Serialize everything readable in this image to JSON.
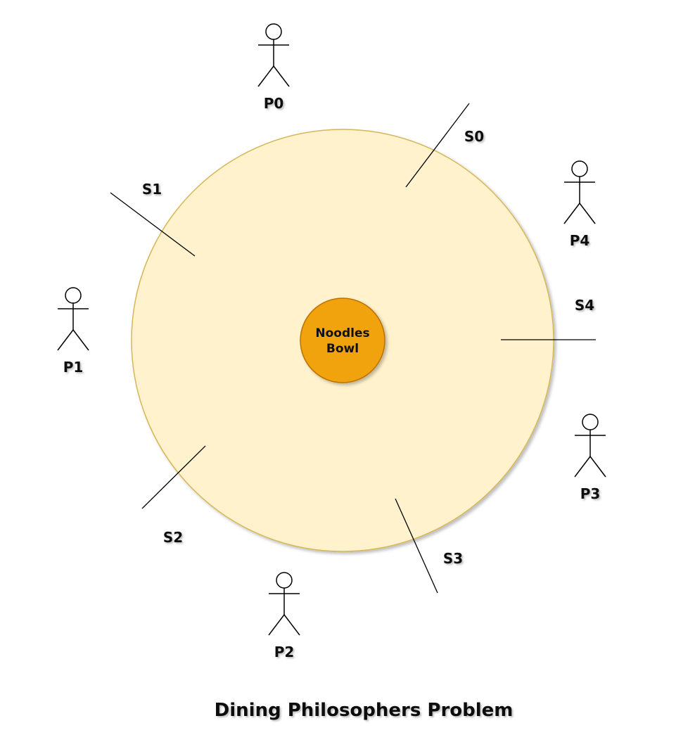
{
  "title": "Dining Philosophers Problem",
  "bowl": {
    "line1": "Noodles",
    "line2": "Bowl"
  },
  "philosophers": [
    "P0",
    "P1",
    "P2",
    "P3",
    "P4"
  ],
  "sticks": [
    "S0",
    "S1",
    "S2",
    "S3",
    "S4"
  ],
  "colors": {
    "table_fill": "#fff2cc",
    "table_stroke": "#d6b656",
    "bowl_fill": "#f0a30a",
    "bowl_stroke": "#bd7000",
    "line": "#000000"
  }
}
